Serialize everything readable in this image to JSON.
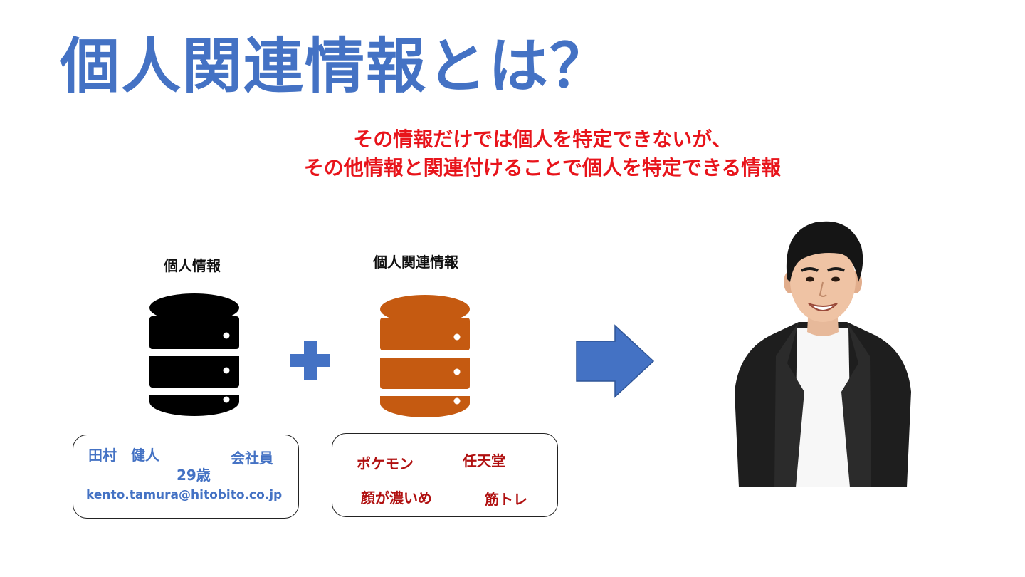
{
  "title": "個人関連情報とは？",
  "subtitle": {
    "line1": "その情報だけでは個人を特定できないが、",
    "line2": "その他情報と関連付けることで個人を特定できる情報"
  },
  "personal_info": {
    "label": "個人情報",
    "color": "#000000",
    "items": {
      "name": "田村　健人",
      "age": "29歳",
      "occupation": "会社員",
      "email": "kento.tamura@hitobito.co.jp"
    }
  },
  "related_info": {
    "label": "個人関連情報",
    "color": "#c55a11",
    "items": {
      "item1": "ポケモン",
      "item2": "任天堂",
      "item3": "顔が濃いめ",
      "item4": "筋トレ"
    }
  },
  "colors": {
    "title": "#4472c4",
    "subtitle": "#e8141b",
    "plus": "#4472c4",
    "arrow": "#4472c4"
  },
  "icons": {
    "plus": "plus-icon",
    "arrow": "arrow-right-icon",
    "person": "person-photo"
  }
}
